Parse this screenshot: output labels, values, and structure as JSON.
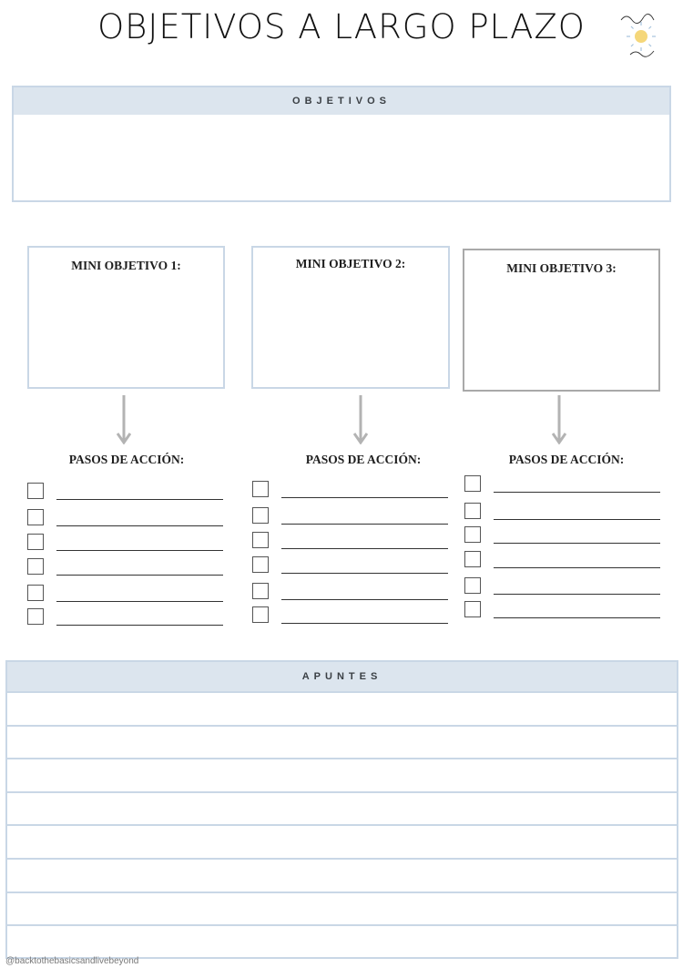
{
  "page_title": "OBJETIVOS A LARGO PLAZO",
  "logo": {
    "name": "logo-sun-script",
    "sun_color": "#f5d77a",
    "ray_color": "#a7c3dd"
  },
  "objectives": {
    "header": "OBJETIVOS",
    "value": ""
  },
  "mini_objectives": [
    {
      "label": "MINI OBJETIVO 1:",
      "value": ""
    },
    {
      "label": "MINI OBJETIVO 2:",
      "value": ""
    },
    {
      "label": "MINI OBJETIVO 3:",
      "value": ""
    }
  ],
  "action_steps": [
    {
      "label": "PASOS DE ACCIÓN:",
      "count": 6
    },
    {
      "label": "PASOS DE ACCIÓN:",
      "count": 6
    },
    {
      "label": "PASOS DE ACCIÓN:",
      "count": 6
    }
  ],
  "notes": {
    "header": "APUNTES",
    "line_count": 8
  },
  "footer": "@backtothebasicsandlivebeyond",
  "colors": {
    "header_bg": "#dce5ee",
    "border": "#c9d7e6",
    "arrow": "#b3b3b3"
  }
}
